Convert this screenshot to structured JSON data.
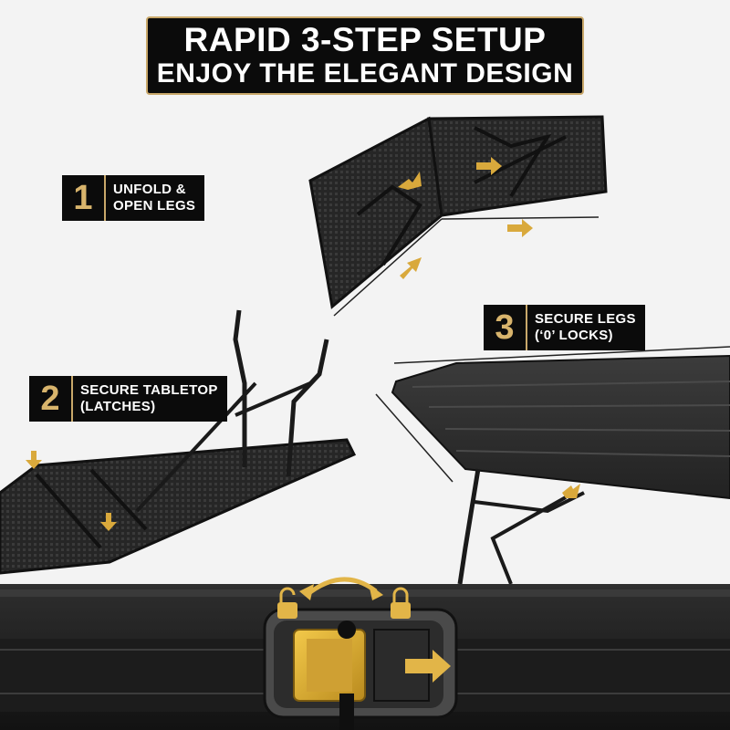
{
  "banner": {
    "line1": "RAPID 3-STEP SETUP",
    "line2": "ENJOY THE ELEGANT DESIGN"
  },
  "steps": [
    {
      "number": "1",
      "line1": "UNFOLD &",
      "line2": "OPEN LEGS"
    },
    {
      "number": "2",
      "line1": "SECURE TABLETOP",
      "line2": "(LATCHES)"
    },
    {
      "number": "3",
      "line1": "SECURE LEGS",
      "line2": "(‘0’ LOCKS)"
    }
  ],
  "colors": {
    "accent_gold": "#d8b46c",
    "arrow_gold": "#d9a93c",
    "panel_black": "#0b0b0b",
    "table_dark": "#2b2b2b",
    "background": "#f3f3f3"
  }
}
